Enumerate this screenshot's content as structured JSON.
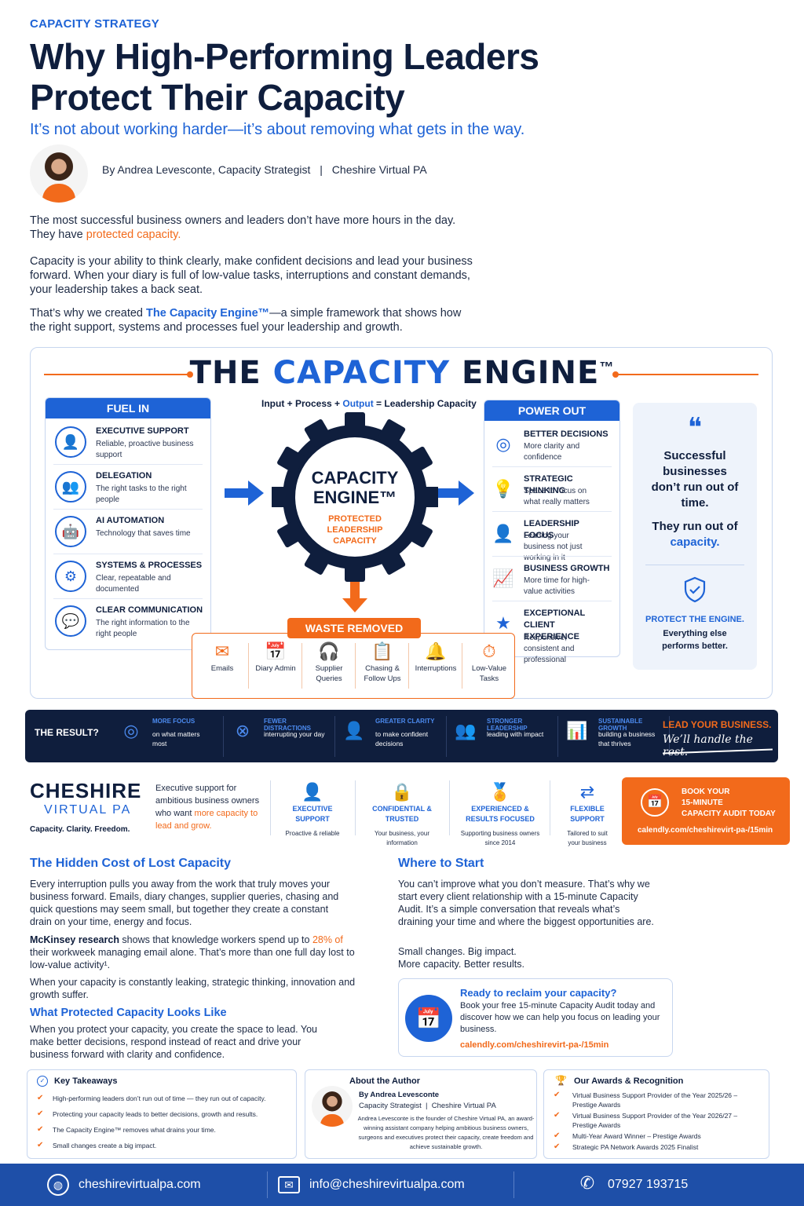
{
  "header": {
    "eyebrow": "CAPACITY STRATEGY",
    "title_line1": "Why High-Performing Leaders",
    "title_line2": "Protect Their Capacity",
    "subtitle": "It’s not about working harder—it’s about removing what gets in the way.",
    "byline": "By Andrea Levesconte, Capacity Strategist",
    "byline_sep": "|",
    "byline_company": "Cheshire Virtual PA"
  },
  "intro": {
    "p1a": "The most successful business owners and leaders don’t have more hours in the day.",
    "p1b": "They have ",
    "p1c": "protected capacity.",
    "p2": "Capacity is your ability to think clearly, make confident decisions and lead your business forward. When your diary is full of low-value tasks, interruptions and constant demands, your leadership takes a back seat.",
    "p3a": "That’s why we created ",
    "p3b": "The Capacity Engine™",
    "p3c": "—a simple framework that shows how the right support, systems and processes fuel your leadership and growth."
  },
  "engine": {
    "title_a": "THE ",
    "title_b": "CAPACITY",
    "title_c": " ENGINE",
    "title_tm": "™",
    "formula_a": "Input + Process + ",
    "formula_b": "Output",
    "formula_c": " = Leadership Capacity",
    "core_line1": "CAPACITY",
    "core_line2": "ENGINE™",
    "core_sub1": "PROTECTED",
    "core_sub2": "LEADERSHIP",
    "core_sub3": "CAPACITY",
    "fuel_title": "FUEL IN",
    "fuel": [
      {
        "h": "EXECUTIVE SUPPORT",
        "d": "Reliable, proactive business support",
        "icon": "👤"
      },
      {
        "h": "DELEGATION",
        "d": "The right tasks to the right people",
        "icon": "👥"
      },
      {
        "h": "AI AUTOMATION",
        "d": "Technology that saves time",
        "icon": "🤖"
      },
      {
        "h": "SYSTEMS & PROCESSES",
        "d": "Clear, repeatable and documented",
        "icon": "⚙"
      },
      {
        "h": "CLEAR COMMUNICATION",
        "d": "The right information to the right people",
        "icon": "💬"
      }
    ],
    "power_title": "POWER OUT",
    "power": [
      {
        "h": "BETTER DECISIONS",
        "d": "More clarity and confidence",
        "icon": "◎"
      },
      {
        "h": "STRATEGIC THINKING",
        "d": "Space to focus on what really matters",
        "icon": "💡"
      },
      {
        "h": "LEADERSHIP FOCUS",
        "d": "Leading your business not just working in it",
        "icon": "👤"
      },
      {
        "h": "BUSINESS GROWTH",
        "d": "More time for high-value activities",
        "icon": "📈"
      },
      {
        "h": "EXCEPTIONAL CLIENT EXPERIENCE",
        "d": "Responsive, consistent and professional",
        "icon": "★"
      }
    ],
    "waste_title": "WASTE REMOVED",
    "waste": [
      {
        "l": "Emails",
        "icon": "✉"
      },
      {
        "l": "Diary Admin",
        "icon": "📅"
      },
      {
        "l": "Supplier Queries",
        "icon": "🎧"
      },
      {
        "l": "Chasing & Follow Ups",
        "icon": "📋"
      },
      {
        "l": "Interruptions",
        "icon": "🔔"
      },
      {
        "l": "Low-Value Tasks",
        "icon": "⏱"
      }
    ],
    "quote_mark": "❝",
    "quote_l1": "Successful businesses don’t run out of time.",
    "quote_l2a": "They run out of ",
    "quote_l2b": "capacity.",
    "protect_h": "PROTECT THE ENGINE.",
    "protect_d": "Everything else performs better."
  },
  "result": {
    "label": "THE RESULT?",
    "items": [
      {
        "h": "MORE FOCUS",
        "d": "on what matters most",
        "icon": "◎"
      },
      {
        "h": "FEWER DISTRACTIONS",
        "d": "interrupting your day",
        "icon": "⊗"
      },
      {
        "h": "GREATER CLARITY",
        "d": "to make confident decisions",
        "icon": "👤"
      },
      {
        "h": "STRONGER LEADERSHIP",
        "d": "leading with impact",
        "icon": "👥"
      },
      {
        "h": "SUSTAINABLE GROWTH",
        "d": "building a business that thrives",
        "icon": "📊"
      }
    ],
    "cta_h": "LEAD YOUR BUSINESS.",
    "cta_d": "We’ll handle the rest."
  },
  "brand": {
    "name1": "CHESHIRE",
    "name2": "VIRTUAL PA",
    "tagline": "Capacity. Clarity. Freedom.",
    "desc_a": "Executive support for ambitious business owners who want ",
    "desc_b": "more capacity to lead and grow.",
    "features": [
      {
        "h": "EXECUTIVE SUPPORT",
        "d": "Proactive & reliable",
        "icon": "👤"
      },
      {
        "h": "CONFIDENTIAL & TRUSTED",
        "d": "Your business, your information",
        "icon": "🔒"
      },
      {
        "h": "EXPERIENCED & RESULTS FOCUSED",
        "d": "Supporting business owners since 2014",
        "icon": "🏅"
      },
      {
        "h": "FLEXIBLE SUPPORT",
        "d": "Tailored to suit your business",
        "icon": "⇄"
      }
    ],
    "book_l1": "BOOK YOUR",
    "book_l2": "15-MINUTE",
    "book_l3": "CAPACITY AUDIT TODAY",
    "book_url": "calendly.com/cheshirevirt-pa-/15min"
  },
  "hidden_cost": {
    "title": "The Hidden Cost of Lost Capacity",
    "p1": "Every interruption pulls you away from the work that truly moves your business forward. Emails, diary changes, supplier queries, chasing and quick questions may seem small, but together they create a constant drain on your time, energy and focus.",
    "p2a": "McKinsey research",
    "p2b": " shows that knowledge workers spend up to ",
    "p2c": "28% of",
    "p2d": " their workweek managing email alone. That’s more than one full day lost to low-value activity¹.",
    "p3": "When your capacity is constantly leaking, strategic thinking, innovation and growth suffer."
  },
  "protected": {
    "title": "What Protected Capacity Looks Like",
    "p1": "When you protect your capacity, you create the space to lead. You make better decisions, respond instead of react and drive your business forward with clarity and confidence."
  },
  "start": {
    "title": "Where to Start",
    "p1": "You can’t improve what you don’t measure. That’s why we start every client relationship with a 15-minute Capacity Audit. It’s a simple conversation that reveals what’s draining your time and where the biggest opportunities are.",
    "p2a": "Small changes. Big impact.",
    "p2b": "More capacity. Better results.",
    "ready_h": "Ready to reclaim your capacity?",
    "ready_d": "Book your free 15-minute Capacity Audit today and discover how we can help you focus on leading your business.",
    "ready_url": "calendly.com/cheshirevirt-pa-/15min"
  },
  "takeaways": {
    "title": "Key Takeaways",
    "items": [
      "High-performing leaders don’t run out of time — they run out of capacity.",
      "Protecting your capacity leads to better decisions, growth and results.",
      "The Capacity Engine™ removes what drains your time.",
      "Small changes create a big impact."
    ]
  },
  "author": {
    "title": "About the Author",
    "name": "By Andrea Levesconte",
    "role": "Capacity Strategist  |  Cheshire Virtual PA",
    "bio": "Andrea Levesconte is the founder of Cheshire Virtual PA, an award-winning assistant company helping ambitious business owners, surgeons and executives protect their capacity, create freedom and achieve sustainable growth."
  },
  "awards": {
    "title": "Our Awards & Recognition",
    "items": [
      "Virtual Business Support Provider of the Year 2025/26 – Prestige Awards",
      "Virtual Business Support Provider of the Year 2026/27 – Prestige Awards",
      "Multi-Year Award Winner – Prestige Awards",
      "Strategic PA Network Awards 2025 Finalist"
    ]
  },
  "footer": {
    "web": "cheshirevirtualpa.com",
    "email": "info@cheshirevirtualpa.com",
    "phone": "07927 193715"
  },
  "colors": {
    "navy": "#0f1e3d",
    "blue": "#1e63d6",
    "orange": "#f26a1b"
  }
}
